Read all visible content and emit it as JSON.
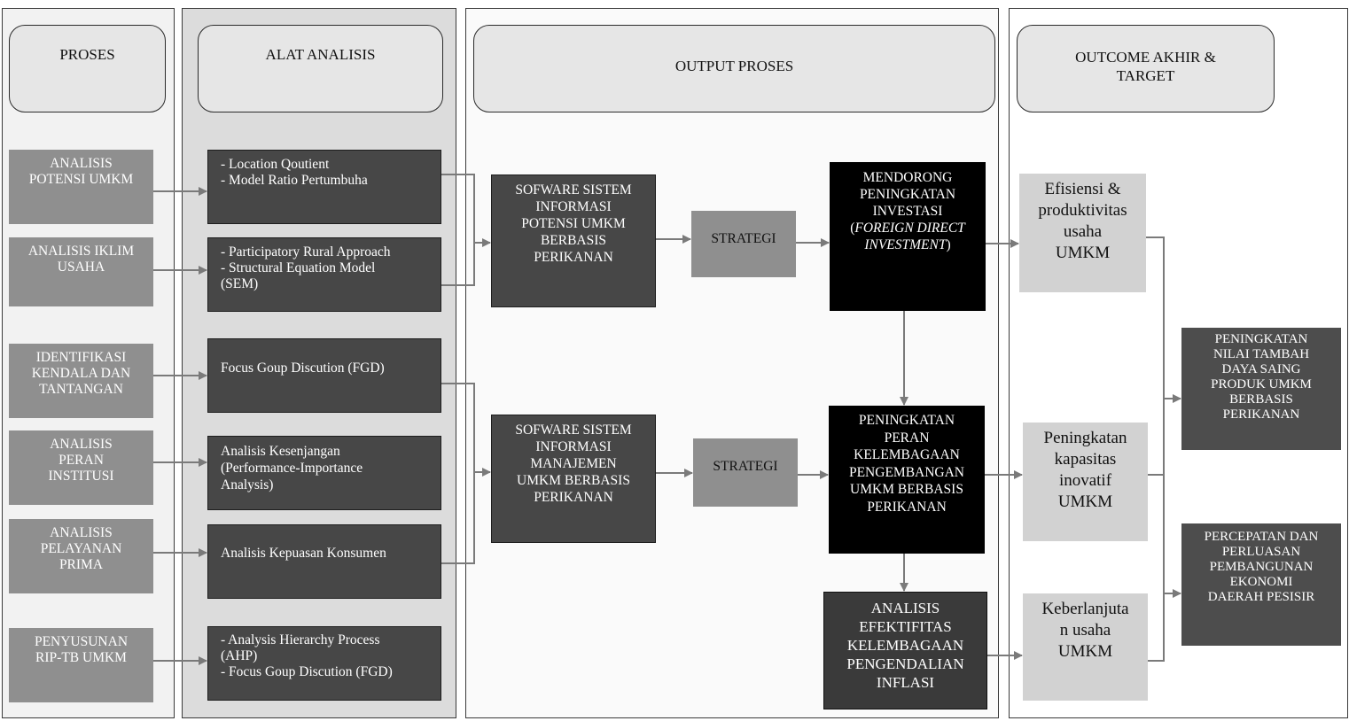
{
  "headers": {
    "proses": "PROSES",
    "alat_analisis": "ALAT ANALISIS",
    "output_proses": "OUTPUT PROSES",
    "outcome": "OUTCOME AKHIR &\nTARGET"
  },
  "proses": [
    "ANALISIS\nPOTENSI UMKM",
    "ANALISIS IKLIM\nUSAHA",
    "IDENTIFIKASI\nKENDALA DAN\nTANTANGAN",
    "ANALISIS\nPERAN\nINSTITUSI",
    "ANALISIS\nPELAYANAN\nPRIMA",
    "PENYUSUNAN\nRIP-TB UMKM"
  ],
  "alat": [
    "- Location Qoutient\n- Model Ratio Pertumbuha",
    "- Participatory Rural Approach\n- Structural Equation  Model\n  (SEM)",
    "Focus Goup Discution (FGD)",
    "Analisis Kesenjangan\n(Performance-Importance\nAnalysis)",
    "Analisis Kepuasan Konsumen",
    "- Analysis Hierarchy Process\n  (AHP)\n- Focus Goup Discution (FGD)"
  ],
  "output": {
    "software1": "SOFWARE SISTEM\nINFORMASI\nPOTENSI UMKM\nBERBASIS\nPERIKANAN",
    "software2": "SOFWARE SISTEM\nINFORMASI\nMANAJEMEN\nUMKM BERBASIS\nPERIKANAN",
    "strategi1": "STRATEGI",
    "strategi2": "STRATEGI",
    "mendorong_lines": "MENDORONG\nPENINGKATAN\nINVESTASI",
    "mendorong_open": "(",
    "mendorong_italic": "FOREIGN DIRECT\nINVESTMENT",
    "mendorong_close": ")",
    "peningkatan_peran": "PENINGKATAN\nPERAN\nKELEMBAGAAN\nPENGEMBANGAN\nUMKM BERBASIS\nPERIKANAN",
    "analisis_efektifitas": "ANALISIS\nEFEKTIFITAS\nKELEMBAGAAN\nPENGENDALIAN\nINFLASI"
  },
  "outcome": [
    "Efisiensi &\nproduktivitas\nusaha\nUMKM",
    "Peningkatan\nkapasitas\ninovatif\nUMKM",
    "Keberlanjuta\nn usaha\nUMKM"
  ],
  "target": [
    "PENINGKATAN\nNILAI TAMBAH\nDAYA SAING\nPRODUK UMKM\nBERBASIS\nPERIKANAN",
    "PERCEPATAN DAN\nPERLUASAN\nPEMBANGUNAN\nEKONOMI\nDAERAH PESISIR"
  ],
  "colors": {
    "proses_box": "#8f8f8f",
    "alat_box": "#474747",
    "black_box": "#000000",
    "outcome_box": "#d2d2d2",
    "target_box": "#4d4d4d",
    "alat_column_bg": "#dcdcdc",
    "proses_column_bg": "#f2f2f2",
    "output_column_bg": "#fafafa",
    "arrow": "#7a7a7a"
  }
}
